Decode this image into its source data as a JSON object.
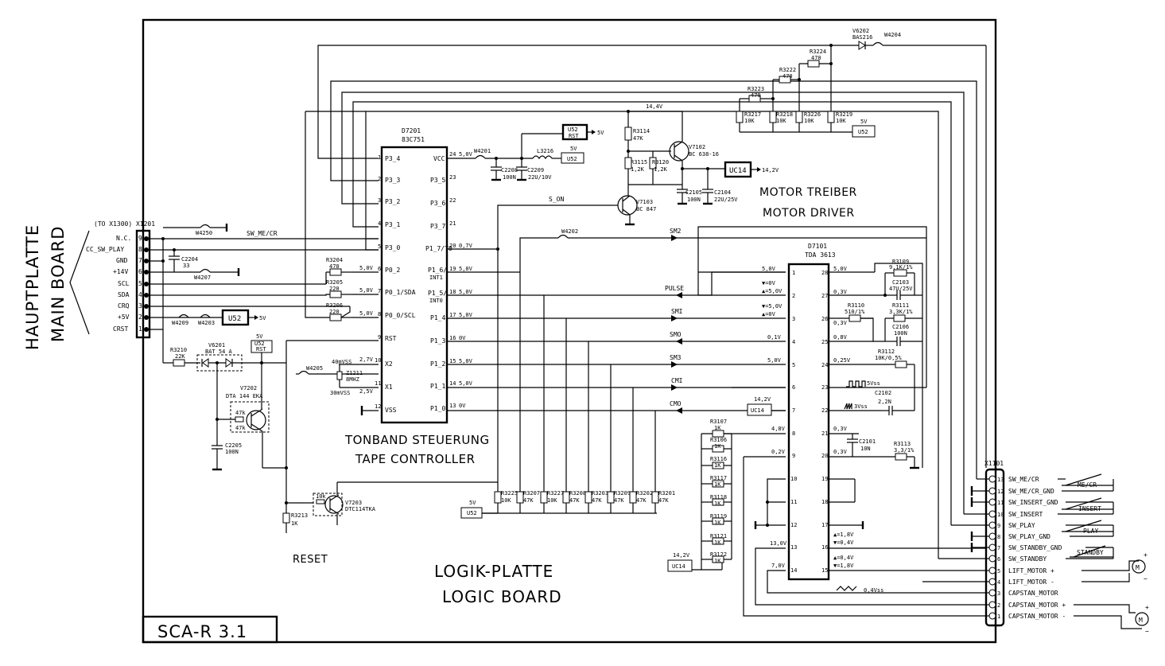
{
  "board": {
    "id_label": "SCA-R 3.1",
    "logic_board_de": "LOGIK-PLATTE",
    "logic_board_en": "LOGIC BOARD",
    "main_board_de": "HAUPTPLATTE",
    "main_board_en": "MAIN BOARD"
  },
  "connector_x1201": {
    "title": "(TO X1300) X1201",
    "pins": [
      {
        "num": "9",
        "name": "N.C."
      },
      {
        "num": "8",
        "name": "CC_SW_PLAY"
      },
      {
        "num": "7",
        "name": "GND"
      },
      {
        "num": "6",
        "name": "+14V"
      },
      {
        "num": "5",
        "name": "SCL"
      },
      {
        "num": "4",
        "name": "SDA"
      },
      {
        "num": "3",
        "name": "CRQ"
      },
      {
        "num": "2",
        "name": "+5V"
      },
      {
        "num": "1",
        "name": "CRST"
      }
    ]
  },
  "connector_x1101": {
    "title": "X1101",
    "pins": [
      {
        "num": "13",
        "name": "SW_ME/CR"
      },
      {
        "num": "12",
        "name": "SW_ME/CR_GND"
      },
      {
        "num": "11",
        "name": "SW_INSERT_GND"
      },
      {
        "num": "10",
        "name": "SW_INSERT"
      },
      {
        "num": "9",
        "name": "SW_PLAY"
      },
      {
        "num": "8",
        "name": "SW_PLAY_GND"
      },
      {
        "num": "7",
        "name": "SW_STANDBY_GND"
      },
      {
        "num": "6",
        "name": "SW_STANDBY"
      },
      {
        "num": "5",
        "name": "LIFT_MOTOR +"
      },
      {
        "num": "4",
        "name": "LIFT_MOTOR -"
      },
      {
        "num": "3",
        "name": "CAPSTAN_MOTOR"
      },
      {
        "num": "2",
        "name": "CAPSTAN_MOTOR +"
      },
      {
        "num": "1",
        "name": "CAPSTAN_MOTOR -"
      }
    ],
    "switches": [
      "ME/CR",
      "INSERT",
      "PLAY",
      "STANDBY"
    ]
  },
  "d7201": {
    "ref": "D7201",
    "part": "83C751",
    "left_pins": [
      {
        "num": "1",
        "name": "P3_4"
      },
      {
        "num": "2",
        "name": "P3_3"
      },
      {
        "num": "3",
        "name": "P3_2"
      },
      {
        "num": "4",
        "name": "P3_1"
      },
      {
        "num": "5",
        "name": "P3_0"
      },
      {
        "num": "6",
        "name": "P0_2",
        "v": "5,0V"
      },
      {
        "num": "7",
        "name": "P0_1/SDA",
        "v": "5,0V"
      },
      {
        "num": "8",
        "name": "P0_0/SCL",
        "v": "5,0V"
      },
      {
        "num": "9",
        "name": "RST",
        "v": ""
      },
      {
        "num": "10",
        "name": "X2",
        "v": "2,7V"
      },
      {
        "num": "11",
        "name": "X1",
        "v": "2,5V"
      },
      {
        "num": "12",
        "name": "VSS",
        "v": ""
      }
    ],
    "right_pins": [
      {
        "num": "24",
        "name": "VCC",
        "v": "5,0V"
      },
      {
        "num": "23",
        "name": "P3_5",
        "v": ""
      },
      {
        "num": "22",
        "name": "P3_6",
        "v": ""
      },
      {
        "num": "21",
        "name": "P3_7",
        "v": ""
      },
      {
        "num": "20",
        "name": "P1_7/T0",
        "v": "0,7V"
      },
      {
        "num": "19",
        "name": "P1_6/",
        "n2": "INT1",
        "v": "5,0V"
      },
      {
        "num": "18",
        "name": "P1_5/",
        "n2": "INT0",
        "v": "5,0V"
      },
      {
        "num": "17",
        "name": "P1_4",
        "v": "5,0V"
      },
      {
        "num": "16",
        "name": "P1_3",
        "v": "0V"
      },
      {
        "num": "15",
        "name": "P1_2",
        "v": "5,0V"
      },
      {
        "num": "14",
        "name": "P1_1",
        "v": "5,0V"
      },
      {
        "num": "13",
        "name": "P1_0",
        "v": "0V"
      }
    ],
    "caption_de": "TONBAND STEUERUNG",
    "caption_en": "TAPE CONTROLLER"
  },
  "d7101": {
    "ref": "D7101",
    "part": "TDA 3613",
    "left_pins": [
      {
        "num": "1",
        "v": "5,0V"
      },
      {
        "num": "2",
        "v": "▼=0V",
        "v2": "▲=5,0V"
      },
      {
        "num": "3",
        "v": "▼=5,0V",
        "v2": "▲=0V"
      },
      {
        "num": "4",
        "v": "0,1V"
      },
      {
        "num": "5",
        "v": "5,0V"
      },
      {
        "num": "6",
        "v": ""
      },
      {
        "num": "7",
        "v": "14,2V"
      },
      {
        "num": "8",
        "v": "4,8V"
      },
      {
        "num": "9",
        "v": "0,2V"
      },
      {
        "num": "10",
        "v": ""
      },
      {
        "num": "11",
        "v": ""
      },
      {
        "num": "12",
        "v": ""
      },
      {
        "num": "13",
        "v": "13,0V"
      },
      {
        "num": "14",
        "v": "7,0V"
      }
    ],
    "right_pins": [
      {
        "num": "28",
        "v": "5,0V"
      },
      {
        "num": "27",
        "v": "0,3V"
      },
      {
        "num": "26",
        "v": "0,3V"
      },
      {
        "num": "25",
        "v": "0,8V"
      },
      {
        "num": "24",
        "v": "0,25V"
      },
      {
        "num": "23",
        "v": "5Vss"
      },
      {
        "num": "22",
        "v": "3Vss"
      },
      {
        "num": "21",
        "v": "0,3V"
      },
      {
        "num": "20",
        "v": "0,3V"
      },
      {
        "num": "19",
        "v": ""
      },
      {
        "num": "18",
        "v": ""
      },
      {
        "num": "17",
        "v": "▲=1,8V",
        "v2": "▼=0,4V"
      },
      {
        "num": "16",
        "v": "▲=0,4V",
        "v2": "▼=1,8V"
      },
      {
        "num": "15",
        "v": ""
      }
    ],
    "caption_de": "MOTOR TREIBER",
    "caption_en": "MOTOR DRIVER",
    "wave_label": "0,4Vss"
  },
  "signals": {
    "sw_me_cr": "SW_ME/CR",
    "s_on": "S_ON",
    "sm2": "SM2",
    "pulse": "PULSE",
    "smi": "SMI",
    "smo": "SMO",
    "sm3": "SM3",
    "cmi": "CMI",
    "cmo": "CMO",
    "reset": "RESET",
    "v14_4": "14,4V",
    "v5": "5V",
    "v14_2": "14,2V"
  },
  "boxes": {
    "u52_rst": "U52",
    "u52_rst2": "RST",
    "u52_a": "U52",
    "u52_b": "U52",
    "u52_big": "U52",
    "u52_c": "U52",
    "u52_d": "U52",
    "u52_d2": "RST",
    "u52_e": "U52",
    "uc14_big": "UC14",
    "uc14_a": "UC14",
    "uc14_b": "UC14"
  },
  "components": {
    "w4250": "W4250",
    "w4207": "W4207",
    "w4209": "W4209",
    "w4203": "W4203",
    "w4201": "W4201",
    "w4202": "W4202",
    "w4204": "W4204",
    "w4205": "W4205",
    "c2204": "C2204",
    "c2204v": "33",
    "c2205": "C2205",
    "c2205v": "100N",
    "c2208": "C2208",
    "c2208v": "100N",
    "c2209": "C2209",
    "c2209v": "22U/10V",
    "c2105": "C2105",
    "c2105v": "100N",
    "c2104": "C2104",
    "c2104v": "22U/25V",
    "c2103": "C2103",
    "c2103v": "47U/25V",
    "c2106": "C2106",
    "c2106v": "100N",
    "c2102": "C2102",
    "c2102v": "2,2N",
    "c2101": "C2101",
    "c2101v": "10N",
    "l3216": "L3216",
    "r3204": "R3204",
    "r3204v": "470",
    "r3205": "R3205",
    "r3205v": "220",
    "r3206": "R3206",
    "r3206v": "220",
    "r3210": "R3210",
    "r3210v": "22K",
    "r3213": "R3213",
    "r3213v": "1K",
    "r3114": "R3114",
    "r3114v": "47K",
    "r3115": "R3115",
    "r3115v": "1,2K",
    "r3120": "R3120",
    "r3120v": "1,2K",
    "r3224": "R3224",
    "r3224v": "470",
    "r3222": "R3222",
    "r3222v": "470",
    "r3223": "R3223",
    "r3223v": "470",
    "r3217": "R3217",
    "r3217v": "10K",
    "r3218": "R3218",
    "r3218v": "10K",
    "r3226": "R3226",
    "r3226v": "10K",
    "r3219": "R3219",
    "r3219v": "10K",
    "r3109": "R3109",
    "r3109v": "9,1K/1%",
    "r3110": "R3110",
    "r3110v": "510/1%",
    "r3111": "R3111",
    "r3111v": "3,3K/1%",
    "r3112": "R3112",
    "r3112v": "10K/0,5%",
    "r3113": "R3113",
    "r3113v": "3,3/1%",
    "r3107": "R3107",
    "r3107v": "1K",
    "r3106": "R3106",
    "r3106v": "1K",
    "r3116": "R3116",
    "r3116v": "1K",
    "r3117": "R3117",
    "r3117v": "1K",
    "r3118": "R3118",
    "r3118v": "1K",
    "r3119": "R3119",
    "r3119v": "1K",
    "r3121": "R3121",
    "r3121v": "1K",
    "r3122": "R3122",
    "r3122v": "1K",
    "r3225": "R3225",
    "r3225v": "10K",
    "r3207": "R3207",
    "r3207v": "47K",
    "r3227": "R3227",
    "r3227v": "10K",
    "r3208": "R3208",
    "r3208v": "47K",
    "r3203": "R3203",
    "r3203v": "47K",
    "r3209": "R3209",
    "r3209v": "47K",
    "r3202": "R3202",
    "r3202v": "47K",
    "r3201": "R3201",
    "r3201v": "47K",
    "v6201": "V6201",
    "v6201v": "BAT 54 A",
    "v6202": "V6202",
    "v6202v": "BAS216",
    "v7202": "V7202",
    "v7202v": "DTA 144 EKA",
    "v7202r1": "47k",
    "v7202r2": "47k",
    "v7203": "V7203",
    "v7203v": "DTC114TKA",
    "v7203r": "10k",
    "v7102": "V7102",
    "v7102v": "BC 638-16",
    "v7103": "V7103",
    "v7103v": "BC 847",
    "z1211": "Z1211",
    "z1211v": "8MHZ",
    "z_v1": "40mVSS",
    "z_v2": "30mVSS"
  }
}
